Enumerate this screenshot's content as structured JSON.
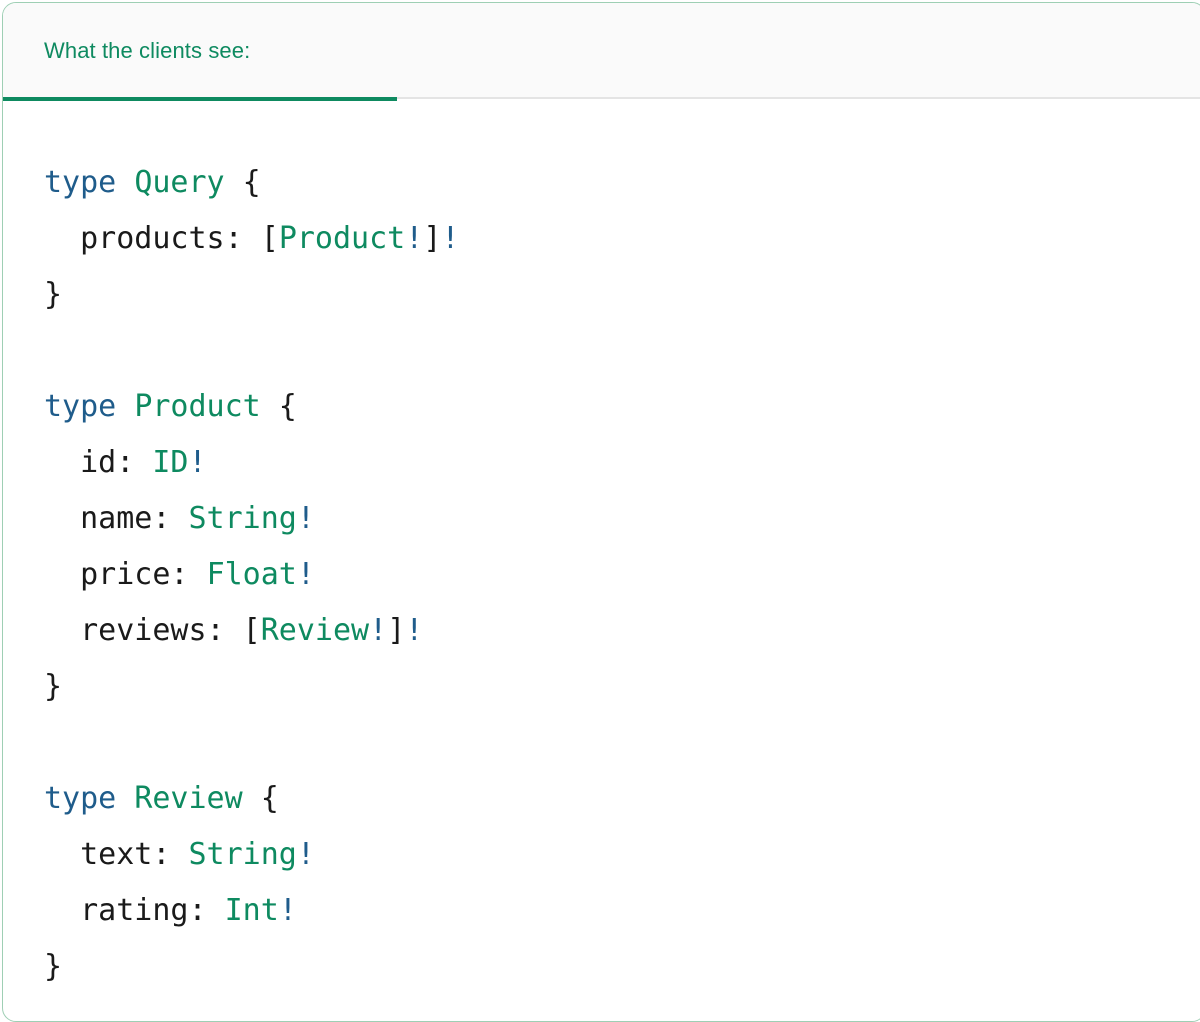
{
  "card": {
    "border_color": "#9ecfb4",
    "background": "#ffffff"
  },
  "header": {
    "background": "#fafafa",
    "accent_color": "#0e8a60",
    "tab": {
      "label": "What the clients see:",
      "active": true,
      "underline_color": "#0e8a60"
    }
  },
  "code": {
    "language": "graphql",
    "syntax_colors": {
      "keyword": "#1f5c8b",
      "type_name": "#0e8a60",
      "punctuation": "#1a1a1a",
      "non_null": "#1f5c8b"
    },
    "lines": [
      {
        "id": "l1",
        "tokens": [
          {
            "c": "k",
            "v": "type"
          },
          {
            "c": "p",
            "v": " "
          },
          {
            "c": "t",
            "v": "Query"
          },
          {
            "c": "p",
            "v": " {"
          }
        ]
      },
      {
        "id": "l2",
        "tokens": [
          {
            "c": "p",
            "v": "  products: ["
          },
          {
            "c": "t",
            "v": "Product"
          },
          {
            "c": "b",
            "v": "!"
          },
          {
            "c": "p",
            "v": "]"
          },
          {
            "c": "b",
            "v": "!"
          }
        ]
      },
      {
        "id": "l3",
        "tokens": [
          {
            "c": "p",
            "v": "}"
          }
        ]
      },
      {
        "id": "l4",
        "tokens": []
      },
      {
        "id": "l5",
        "tokens": [
          {
            "c": "k",
            "v": "type"
          },
          {
            "c": "p",
            "v": " "
          },
          {
            "c": "t",
            "v": "Product"
          },
          {
            "c": "p",
            "v": " {"
          }
        ]
      },
      {
        "id": "l6",
        "tokens": [
          {
            "c": "p",
            "v": "  id: "
          },
          {
            "c": "t",
            "v": "ID"
          },
          {
            "c": "b",
            "v": "!"
          }
        ]
      },
      {
        "id": "l7",
        "tokens": [
          {
            "c": "p",
            "v": "  name: "
          },
          {
            "c": "t",
            "v": "String"
          },
          {
            "c": "b",
            "v": "!"
          }
        ]
      },
      {
        "id": "l8",
        "tokens": [
          {
            "c": "p",
            "v": "  price: "
          },
          {
            "c": "t",
            "v": "Float"
          },
          {
            "c": "b",
            "v": "!"
          }
        ]
      },
      {
        "id": "l9",
        "tokens": [
          {
            "c": "p",
            "v": "  reviews: ["
          },
          {
            "c": "t",
            "v": "Review"
          },
          {
            "c": "b",
            "v": "!"
          },
          {
            "c": "p",
            "v": "]"
          },
          {
            "c": "b",
            "v": "!"
          }
        ]
      },
      {
        "id": "l10",
        "tokens": [
          {
            "c": "p",
            "v": "}"
          }
        ]
      },
      {
        "id": "l11",
        "tokens": []
      },
      {
        "id": "l12",
        "tokens": [
          {
            "c": "k",
            "v": "type"
          },
          {
            "c": "p",
            "v": " "
          },
          {
            "c": "t",
            "v": "Review"
          },
          {
            "c": "p",
            "v": " {"
          }
        ]
      },
      {
        "id": "l13",
        "tokens": [
          {
            "c": "p",
            "v": "  text: "
          },
          {
            "c": "t",
            "v": "String"
          },
          {
            "c": "b",
            "v": "!"
          }
        ]
      },
      {
        "id": "l14",
        "tokens": [
          {
            "c": "p",
            "v": "  rating: "
          },
          {
            "c": "t",
            "v": "Int"
          },
          {
            "c": "b",
            "v": "!"
          }
        ]
      },
      {
        "id": "l15",
        "tokens": [
          {
            "c": "p",
            "v": "}"
          }
        ]
      }
    ],
    "plain_text": "type Query {\n  products: [Product!]!\n}\n\ntype Product {\n  id: ID!\n  name: String!\n  price: Float!\n  reviews: [Review!]!\n}\n\ntype Review {\n  text: String!\n  rating: Int!\n}"
  }
}
